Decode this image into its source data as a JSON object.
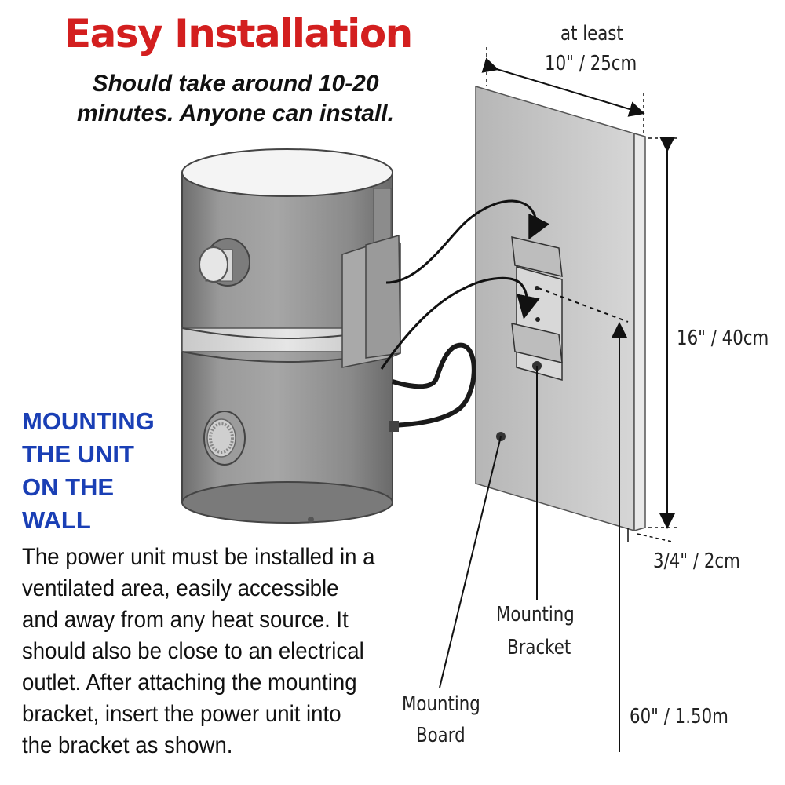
{
  "title": "Easy Installation",
  "subtitle": "Should take around 10-20 minutes. Anyone can install.",
  "section": {
    "heading_lines": [
      "MOUNTING",
      "THE UNIT",
      "ON THE",
      "WALL"
    ],
    "description": "The power unit must be installed in a ventilated area, easily accessible and away from any heat source. It should also be close to an electrical outlet. After attaching the mounting bracket, insert the power unit into the bracket as shown."
  },
  "dimensions": {
    "width_prefix": "at least",
    "width": "10\" / 25cm",
    "height": "16\" / 40cm",
    "thickness": "3/4\" / 2cm",
    "floor_height": "60\" / 1.50m"
  },
  "labels": {
    "bracket": [
      "Mounting",
      "Bracket"
    ],
    "board": [
      "Mounting",
      "Board"
    ]
  },
  "colors": {
    "title": "#d31f1f",
    "heading": "#1a3fb5",
    "text": "#111111"
  }
}
